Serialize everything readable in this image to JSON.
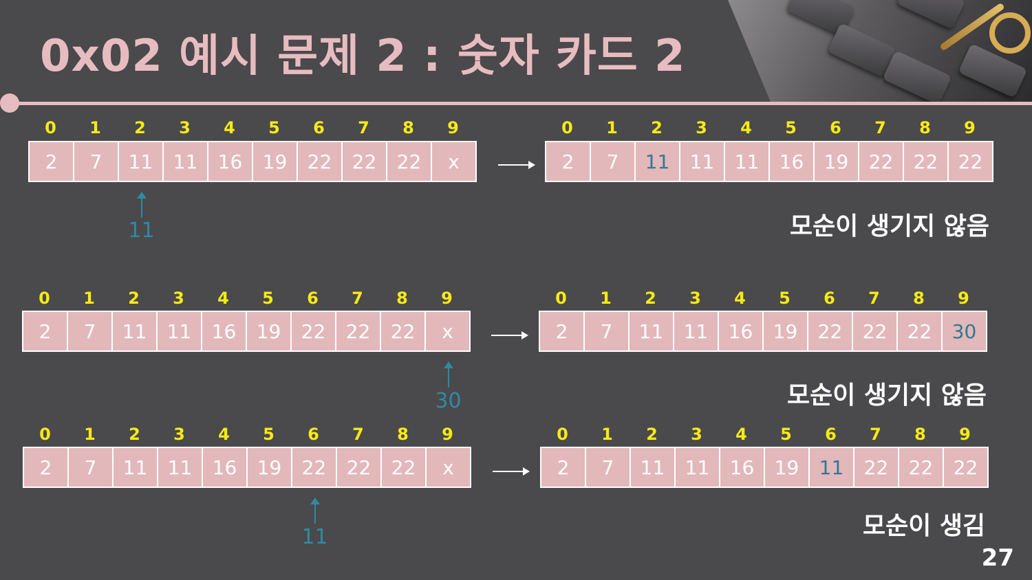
{
  "title": "0x02  예시 문제 2 : 숫자 카드 2",
  "page_number": "27",
  "indices": [
    "0",
    "1",
    "2",
    "3",
    "4",
    "5",
    "6",
    "7",
    "8",
    "9"
  ],
  "rows": [
    {
      "before": [
        "2",
        "7",
        "11",
        "11",
        "16",
        "19",
        "22",
        "22",
        "22",
        "x"
      ],
      "incoming": "11",
      "after": [
        "2",
        "7",
        "11",
        "11",
        "11",
        "16",
        "19",
        "22",
        "22",
        "22"
      ],
      "highlight_index": 2,
      "note": "모순이 생기지 않음"
    },
    {
      "before": [
        "2",
        "7",
        "11",
        "11",
        "16",
        "19",
        "22",
        "22",
        "22",
        "x"
      ],
      "incoming": "30",
      "after": [
        "2",
        "7",
        "11",
        "11",
        "16",
        "19",
        "22",
        "22",
        "22",
        "30"
      ],
      "highlight_index": 9,
      "note": "모순이 생기지 않음"
    },
    {
      "before": [
        "2",
        "7",
        "11",
        "11",
        "16",
        "19",
        "22",
        "22",
        "22",
        "x"
      ],
      "incoming": "11",
      "after": [
        "2",
        "7",
        "11",
        "11",
        "16",
        "19",
        "11",
        "22",
        "22",
        "22"
      ],
      "highlight_index": 6,
      "note": "모순이 생김"
    }
  ],
  "colors": {
    "background": "#4a494b",
    "accent": "#e7bcc0",
    "cell": "#e2b8bb",
    "index": "#f5ea16",
    "highlight": "#2f7a93"
  }
}
